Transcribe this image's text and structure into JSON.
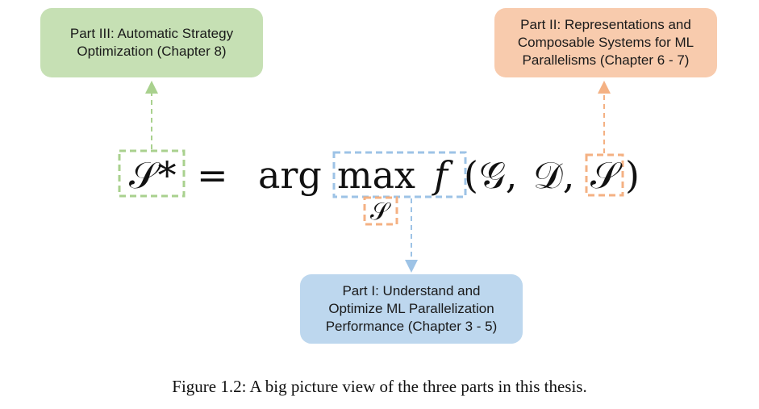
{
  "boxes": {
    "part3": {
      "lines": [
        "Part III: Automatic Strategy",
        "Optimization (Chapter 8)"
      ],
      "fill": "#c6e0b4"
    },
    "part2": {
      "lines": [
        "Part II: Representations and",
        "Composable Systems for ML",
        "Parallelisms (Chapter 6 - 7)"
      ],
      "fill": "#f8cbad"
    },
    "part1": {
      "lines": [
        "Part I: Understand and",
        "Optimize ML Parallelization",
        "Performance (Chapter 3 - 5)"
      ],
      "fill": "#bdd7ee"
    }
  },
  "equation": {
    "lhs": "𝒮*",
    "equals": "=",
    "argmax_arg": "arg",
    "argmax_max": "max",
    "argmax_sub": "𝒮",
    "func": "f",
    "open": "(",
    "g": "𝒢,",
    "d": "𝒟,",
    "s": "𝒮",
    "close": ")"
  },
  "colors": {
    "green": "#a9d18e",
    "orange": "#f4b183",
    "blue": "#9dc3e6"
  },
  "caption": "Figure 1.2: A big picture view of the three parts in this thesis."
}
